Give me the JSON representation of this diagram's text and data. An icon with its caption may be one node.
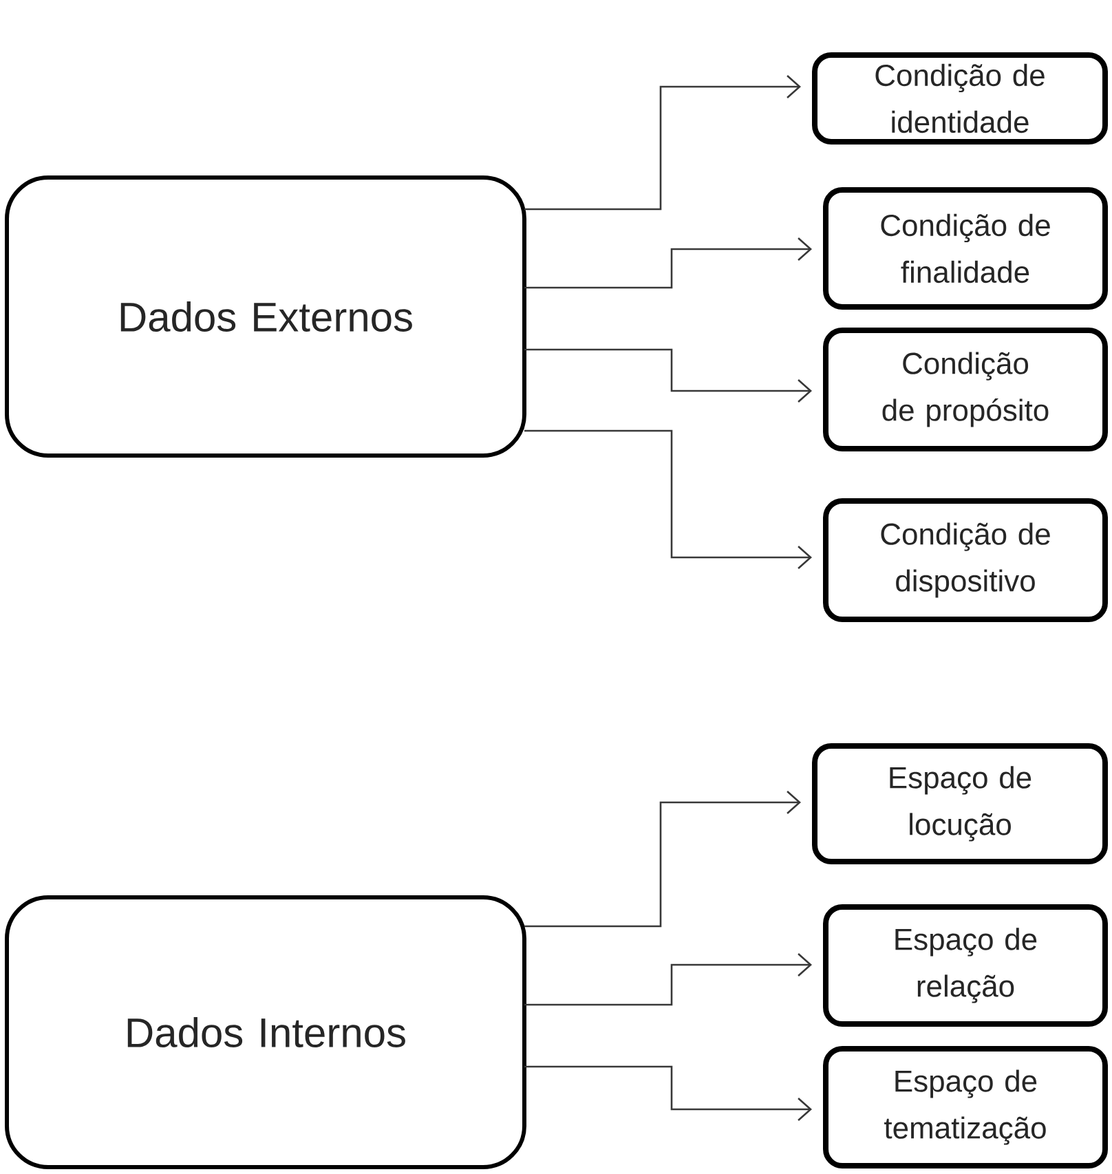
{
  "diagram": {
    "nodes": [
      {
        "text": [
          "Dados Externos"
        ]
      },
      {
        "text": [
          "Condição de identidade"
        ]
      },
      {
        "text": [
          "Condição de finalidade"
        ]
      },
      {
        "text": [
          "Condição de propósito"
        ]
      },
      {
        "text": [
          "Condição de dispositivo"
        ]
      },
      {
        "text": [
          "Dados Internos"
        ]
      },
      {
        "text": [
          "Espaço de locução"
        ]
      },
      {
        "text": [
          "Espaço de relação"
        ]
      },
      {
        "text": [
          "Espaço de tematização"
        ]
      }
    ],
    "edges": [
      {
        "from": 0,
        "to": 1,
        "arrow": "to"
      },
      {
        "from": 0,
        "to": 2,
        "arrow": "to"
      },
      {
        "from": 0,
        "to": 3,
        "arrow": "to"
      },
      {
        "from": 0,
        "to": 4,
        "arrow": "to"
      },
      {
        "from": 5,
        "to": 6,
        "arrow": "to"
      },
      {
        "from": 5,
        "to": 7,
        "arrow": "to"
      },
      {
        "from": 5,
        "to": 8,
        "arrow": "to"
      }
    ]
  }
}
